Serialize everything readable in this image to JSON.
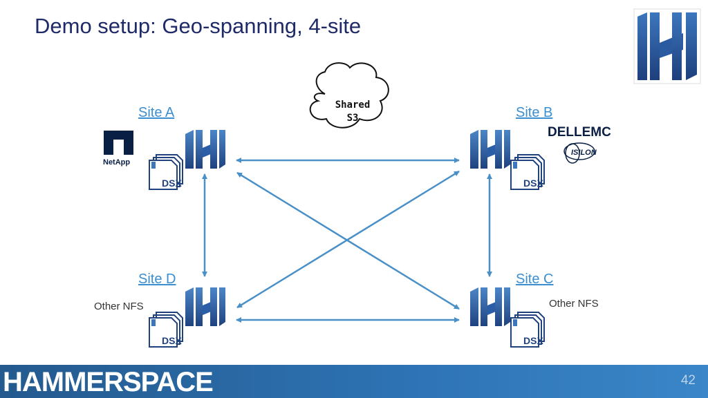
{
  "slide": {
    "title": "Demo setup: Geo-spanning, 4-site",
    "page_number": "42"
  },
  "cloud": {
    "line1": "Shared",
    "line2": "S3"
  },
  "sites": {
    "a": {
      "label": "Site A",
      "vendor": "NetApp"
    },
    "b": {
      "label": "Site B",
      "vendor_line1": "DELLEMC",
      "vendor_line2": "ISILON"
    },
    "c": {
      "label": "Site C",
      "note": "Other NFS"
    },
    "d": {
      "label": "Site D",
      "note": "Other NFS"
    }
  },
  "dsx_label": "DSX",
  "footer": {
    "brand": "HAMMERSPACE"
  },
  "colors": {
    "title": "#1f2a68",
    "site_label": "#3b8ed0",
    "arrow": "#4a90c8",
    "footer": "#2e74b6",
    "logo_dark": "#1e3f7c",
    "logo_light": "#3c76bd"
  },
  "icons": [
    "hammerspace-logo-icon",
    "dsx-icon",
    "cloud-icon",
    "netapp-logo",
    "dellemc-logo",
    "isilon-logo"
  ]
}
